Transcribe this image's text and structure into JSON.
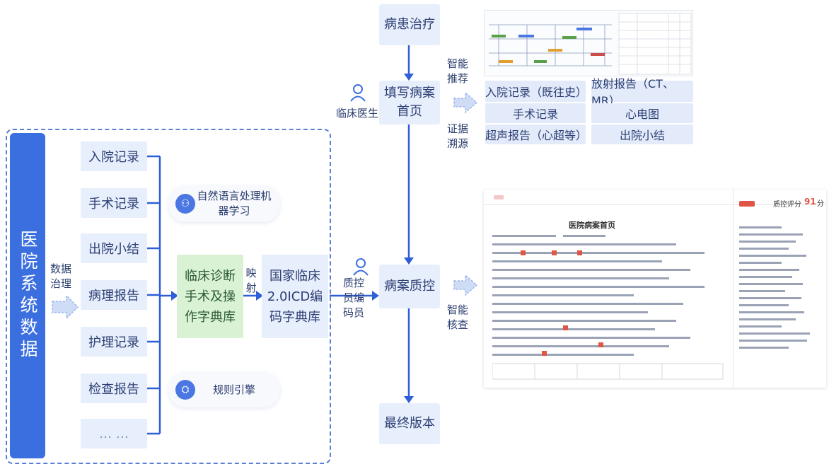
{
  "system": {
    "title": "医院系统数据"
  },
  "governance": {
    "label": "数据治理"
  },
  "sources": [
    {
      "label": "入院记录"
    },
    {
      "label": "手术记录"
    },
    {
      "label": "出院小结"
    },
    {
      "label": "病理报告"
    },
    {
      "label": "护理记录"
    },
    {
      "label": "检查报告"
    },
    {
      "label": "… …"
    }
  ],
  "tech": {
    "nlp": "自然语言处理机器学习",
    "rules": "规则引擎"
  },
  "dictionaries": {
    "clinical": "临床诊断手术及操作字典库",
    "map_label": "映射",
    "icd": "国家临床2.0ICD编码字典库"
  },
  "flow": {
    "treat": "病患治疗",
    "fill": "填写病案首页",
    "qc": "病案质控",
    "final": "最终版本"
  },
  "roles": {
    "doctor": "临床医生",
    "coder": "质控员编码员"
  },
  "annotations": {
    "recommend": "智能推荐",
    "trace": "证据溯源",
    "check": "智能核查"
  },
  "evidence_docs": [
    {
      "label": "入院记录（既往史）"
    },
    {
      "label": "放射报告（CT、MR）"
    },
    {
      "label": "手术记录"
    },
    {
      "label": "心电图"
    },
    {
      "label": "超声报告（心超等）"
    },
    {
      "label": "出院小结"
    }
  ],
  "qc_preview": {
    "title": "医院病案首页",
    "score_label": "质控评分",
    "score": "91",
    "score_unit": "分"
  },
  "colors": {
    "primary": "#3b6fe0",
    "light_blue": "#e7eefc",
    "green": "#d9f2d3"
  }
}
